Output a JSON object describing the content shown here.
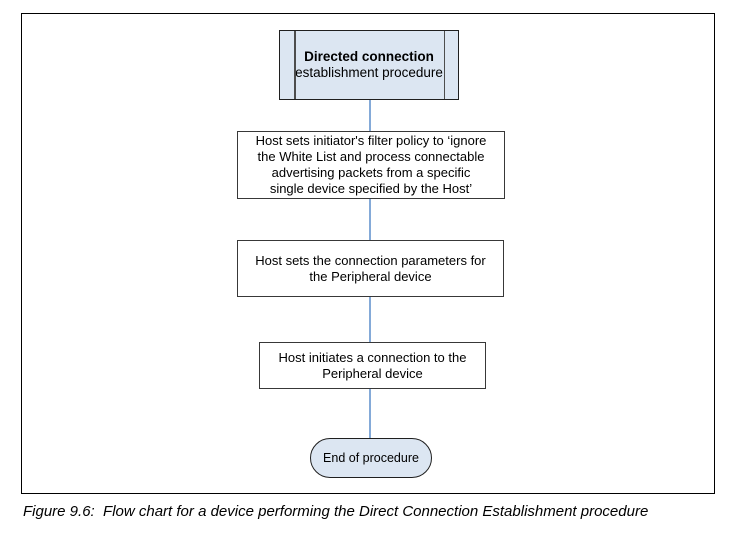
{
  "figure": {
    "caption": "Figure 9.6:  Flow chart for a device performing the Direct Connection Establishment procedure"
  },
  "flowchart": {
    "start": {
      "title": "Directed connection",
      "subtitle": "establishment procedure"
    },
    "steps": [
      {
        "text": "Host sets initiator's filter policy to ‘ignore\nthe White List and process connectable\nadvertising packets from a specific\nsingle device specified by the Host’"
      },
      {
        "text": "Host sets the connection parameters for\nthe Peripheral device"
      },
      {
        "text": "Host initiates a connection to the\nPeripheral device"
      }
    ],
    "end_label": "End of procedure",
    "colors": {
      "node_fill": "#dce6f2",
      "connector": "#84aad8",
      "border": "#383838"
    }
  }
}
